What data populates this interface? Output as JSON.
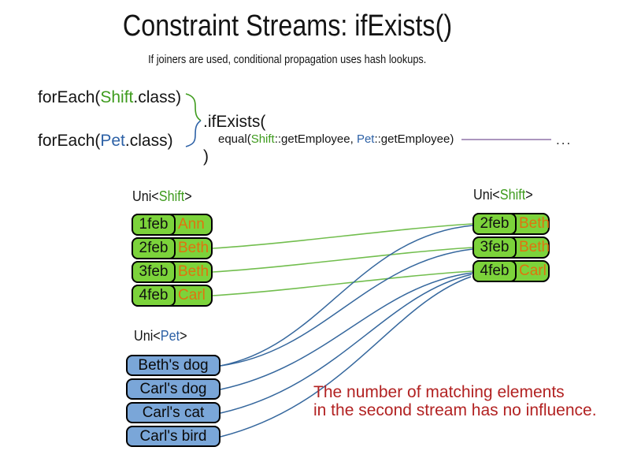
{
  "title": "Constraint Streams: ifExists()",
  "subtitle": "If joiners are used, conditional propagation uses hash lookups.",
  "code": {
    "foreach_shift": {
      "pre": "forEach(",
      "cls": "Shift",
      "post": ".class)"
    },
    "foreach_pet": {
      "pre": "forEach(",
      "cls": "Pet",
      "post": ".class)"
    },
    "if_exists": ".ifExists(",
    "equal": {
      "pre": "equal(",
      "cls1": "Shift",
      "mid1": "::getEmployee, ",
      "cls2": "Pet",
      "post": "::getEmployee)"
    },
    "close_paren": ")",
    "ellipsis": "..."
  },
  "labels": {
    "uni_shift_left": {
      "pre": "Uni<",
      "cls": "Shift",
      "post": ">"
    },
    "uni_shift_right": {
      "pre": "Uni<",
      "cls": "Shift",
      "post": ">"
    },
    "uni_pet": {
      "pre": "Uni<",
      "cls": "Pet",
      "post": ">"
    }
  },
  "left_shift_table": {
    "rows": [
      {
        "date": "1feb",
        "name": "Ann"
      },
      {
        "date": "2feb",
        "name": "Beth"
      },
      {
        "date": "3feb",
        "name": "Beth"
      },
      {
        "date": "4feb",
        "name": "Carl"
      }
    ]
  },
  "right_shift_table": {
    "rows": [
      {
        "date": "2feb",
        "name": "Beth"
      },
      {
        "date": "3feb",
        "name": "Beth"
      },
      {
        "date": "4feb",
        "name": "Carl"
      }
    ]
  },
  "pet_table": {
    "rows": [
      "Beth's dog",
      "Carl's dog",
      "Carl's cat",
      "Carl's bird"
    ]
  },
  "note": {
    "line1": "The number of matching elements",
    "line2": "in the second stream has no influence."
  },
  "connections": {
    "green_matches": [
      {
        "from": "left 2feb Beth",
        "to": "right 2feb Beth"
      },
      {
        "from": "left 3feb Beth",
        "to": "right 3feb Beth"
      },
      {
        "from": "left 4feb Carl",
        "to": "right 4feb Carl"
      }
    ],
    "blue_lookups": [
      {
        "from": "Beth's dog",
        "to": "right 2feb Beth"
      },
      {
        "from": "Beth's dog",
        "to": "right 3feb Beth"
      },
      {
        "from": "Carl's dog",
        "to": "right 4feb Carl"
      },
      {
        "from": "Carl's cat",
        "to": "right 4feb Carl"
      },
      {
        "from": "Carl's bird",
        "to": "right 4feb Carl"
      }
    ]
  },
  "colors": {
    "shift_green_text": "#3e9b1d",
    "pet_blue_text": "#2d61a6",
    "shift_box_fill": "#7cd33b",
    "pet_box_fill": "#7aa6d8",
    "employee_orange": "#e0730f",
    "note_red": "#b22222",
    "green_line": "#72be4e",
    "blue_line": "#35679d",
    "joiner_purple": "#9173a8"
  }
}
